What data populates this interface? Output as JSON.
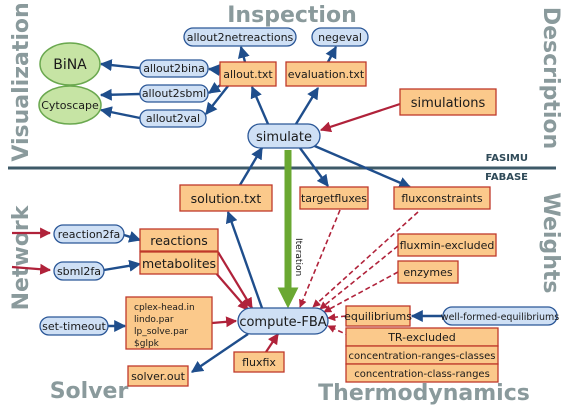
{
  "sections": {
    "visualization": "Visualization",
    "inspection": "Inspection",
    "description": "Description",
    "network": "Network",
    "weights": "Weights",
    "solver": "Solver",
    "thermodynamics": "Thermodynamics"
  },
  "divider": {
    "top": "FASIMU",
    "bottom": "FABASE"
  },
  "iteration_label": "Iteration",
  "viz": {
    "bina": "BiNA",
    "cytoscape": "Cytoscape"
  },
  "tools": {
    "allout2netreactions": "allout2netreactions",
    "negeval": "negeval",
    "allout2bina": "allout2bina",
    "allout2sbml": "allout2sbml",
    "allout2val": "allout2val",
    "simulate": "simulate",
    "reaction2fa": "reaction2fa",
    "sbml2fa": "sbml2fa",
    "set_timeout": "set-timeout",
    "compute_fba": "compute-FBA",
    "well_formed": "well-formed-equilibriums"
  },
  "files": {
    "allout": "allout.txt",
    "evaluation": "evaluation.txt",
    "simulations": "simulations",
    "solution": "solution.txt",
    "targetfluxes": "targetfluxes",
    "fluxconstraints": "fluxconstraints",
    "reactions": "reactions",
    "metabolites": "metabolites",
    "fluxmin_excluded": "fluxmin-excluded",
    "enzymes": "enzymes",
    "equilibriums": "equilibriums",
    "tr_excluded": "TR-excluded",
    "conc_ranges_classes": "concentration-ranges-classes",
    "conc_class_ranges": "concentration-class-ranges",
    "fluxfix": "fluxfix",
    "solver_out": "solver.out",
    "solver_params": [
      "cplex-head.in",
      "lindo.par",
      "lp_solve.par",
      "$glpk"
    ]
  },
  "colors": {
    "file_fill": "#fbc98b",
    "file_border": "#c0392b",
    "tool_fill": "#cfe0f5",
    "tool_border": "#2b5797",
    "viz_fill": "#c6e4a4",
    "iteration_arrow": "#6aa832",
    "section_text": "#8a9a9c"
  }
}
